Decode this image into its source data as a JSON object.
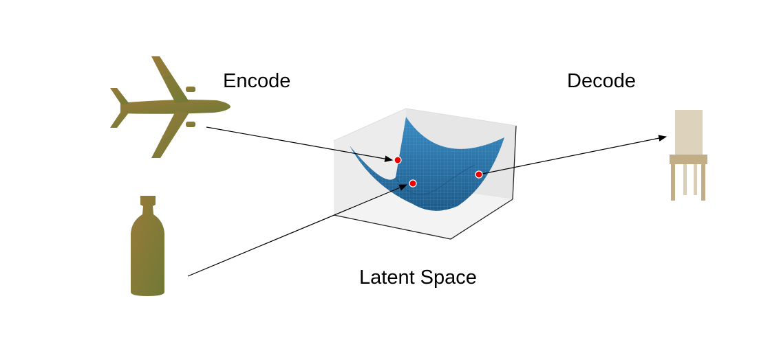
{
  "labels": {
    "encode": "Encode",
    "decode": "Decode",
    "latent_space": "Latent Space"
  },
  "colors": {
    "surface": "#2b7bb3",
    "surface_dark": "#1f5f8f",
    "point": "#ee0000",
    "object": "#8a7c3c"
  },
  "objects": [
    "airplane",
    "bottle",
    "chair"
  ]
}
